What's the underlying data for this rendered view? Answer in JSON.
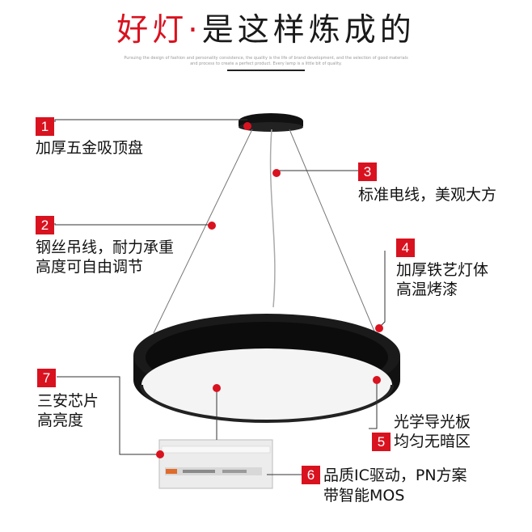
{
  "title": {
    "red": "好灯",
    "dot": "·",
    "dark": "是这样炼成的"
  },
  "subtitle": "Pursuing the design of fashion and personality consistence, the quality is the life of brand development, and the selection of good materials and process to create a perfect product. Every lamp is a little bit of quality.",
  "callouts": [
    {
      "num": "1",
      "lines": [
        "加厚五金吸顶盘"
      ]
    },
    {
      "num": "2",
      "lines": [
        "钢丝吊线，耐力承重",
        "高度可自由调节"
      ]
    },
    {
      "num": "3",
      "lines": [
        "标准电线，美观大方"
      ]
    },
    {
      "num": "4",
      "lines": [
        "加厚铁艺灯体",
        "高温烤漆"
      ]
    },
    {
      "num": "5",
      "lines": [
        "光学导光板",
        "均匀无暗区"
      ]
    },
    {
      "num": "6",
      "lines": [
        "品质IC驱动，PN方案",
        "带智能MOS"
      ]
    },
    {
      "num": "7",
      "lines": [
        "三安芯片",
        "高亮度"
      ]
    }
  ],
  "colors": {
    "accent": "#d9121f",
    "lamp_body": "#111111",
    "light_panel": "#f4f4f4"
  }
}
